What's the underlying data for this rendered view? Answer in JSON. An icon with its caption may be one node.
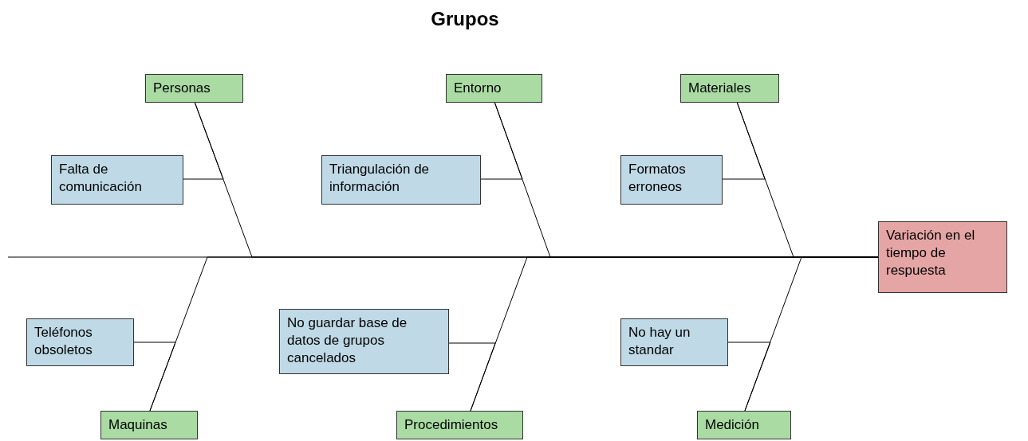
{
  "diagram": {
    "title": "Grupos",
    "nodes": [
      {
        "text": [
          "Personas"
        ]
      },
      {
        "text": [
          "Entorno"
        ]
      },
      {
        "text": [
          "Materiales"
        ]
      },
      {
        "text": [
          "Falta de comunicación"
        ]
      },
      {
        "text": [
          "Triangulación de información"
        ]
      },
      {
        "text": [
          "Formatos erroneos"
        ]
      },
      {
        "text": [
          "Variación en el tiempo de respuesta"
        ]
      },
      {
        "text": [
          "Teléfonos obsoletos"
        ]
      },
      {
        "text": [
          "No guardar base de datos de grupos cancelados"
        ]
      },
      {
        "text": [
          "No hay un standar"
        ]
      },
      {
        "text": [
          "Maquinas"
        ]
      },
      {
        "text": [
          "Procedimientos"
        ]
      },
      {
        "text": [
          "Medición"
        ]
      }
    ],
    "edges": [
      {
        "from": 0,
        "to": 6,
        "arrow": "none"
      },
      {
        "from": 1,
        "to": 6,
        "arrow": "none"
      },
      {
        "from": 2,
        "to": 6,
        "arrow": "none"
      },
      {
        "from": 3,
        "to": 0,
        "arrow": "none"
      },
      {
        "from": 4,
        "to": 1,
        "arrow": "none"
      },
      {
        "from": 5,
        "to": 2,
        "arrow": "none"
      },
      {
        "from": 10,
        "to": 6,
        "arrow": "none"
      },
      {
        "from": 11,
        "to": 6,
        "arrow": "none"
      },
      {
        "from": 12,
        "to": 6,
        "arrow": "none"
      },
      {
        "from": 7,
        "to": 10,
        "arrow": "none"
      },
      {
        "from": 8,
        "to": 11,
        "arrow": "none"
      },
      {
        "from": 9,
        "to": 12,
        "arrow": "none"
      },
      {
        "from": null,
        "to": 6,
        "arrow": "none"
      }
    ]
  }
}
